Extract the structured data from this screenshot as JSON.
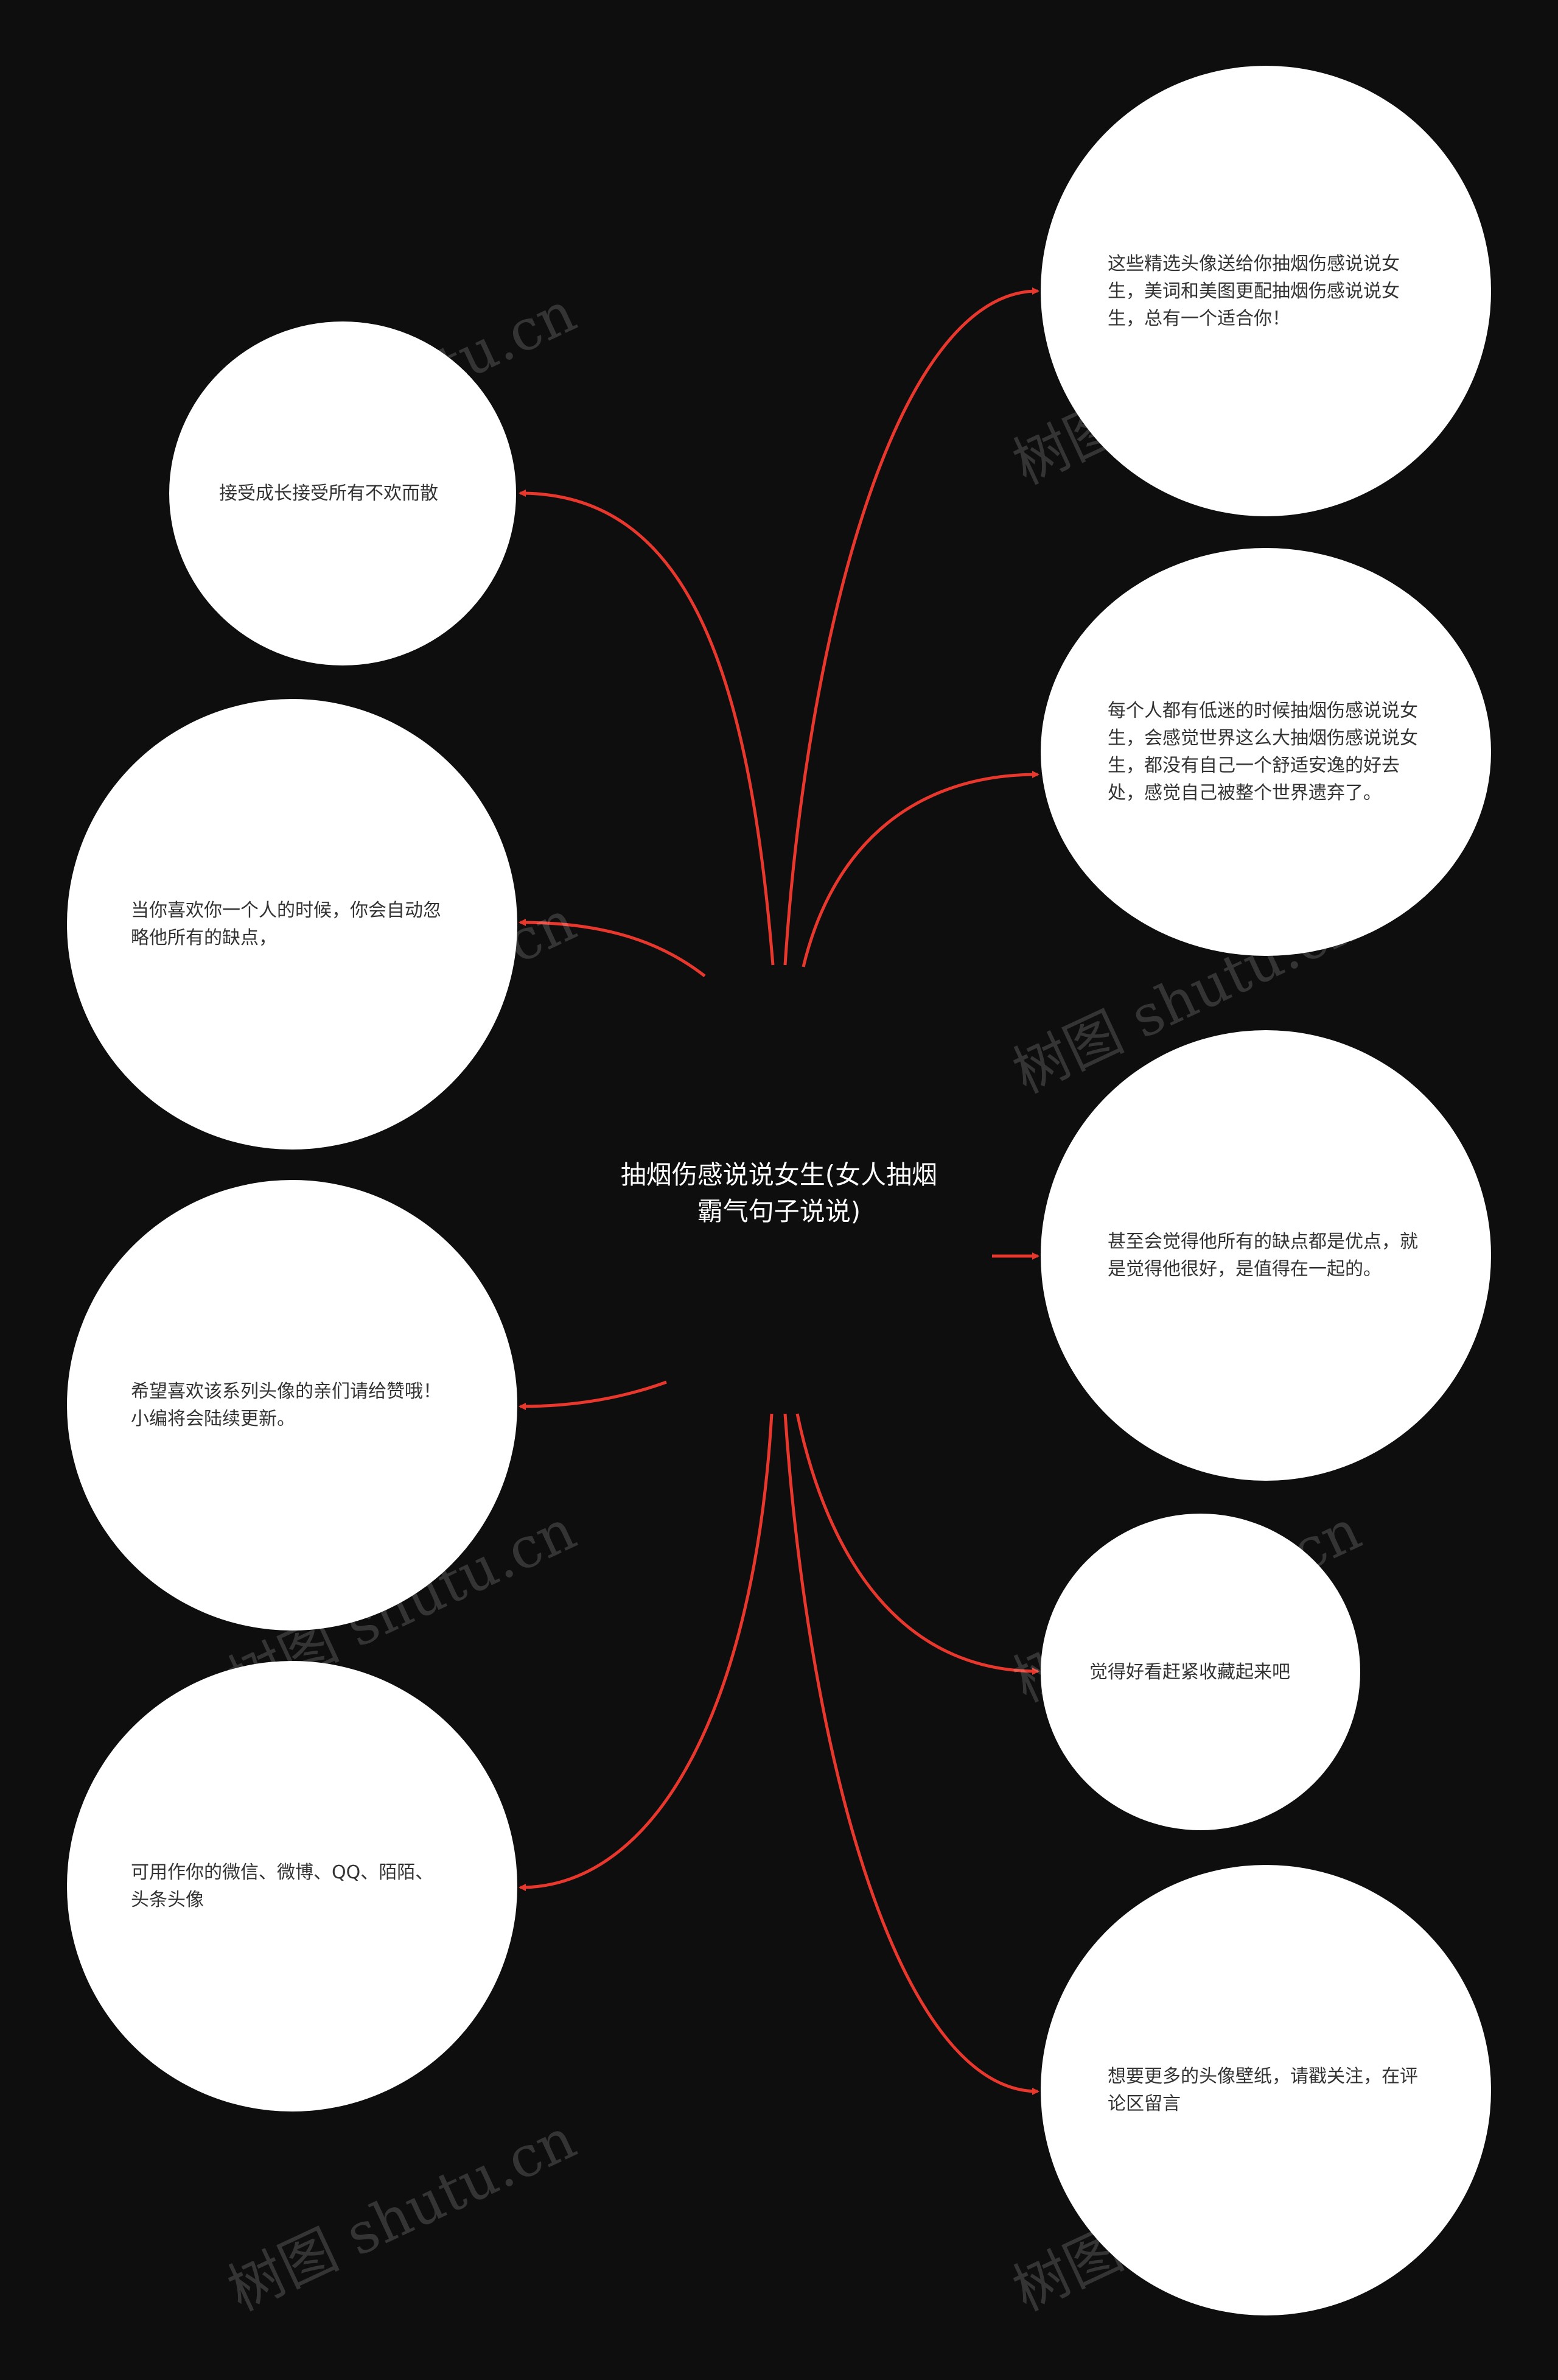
{
  "center": {
    "title": "抽烟伤感说说女生(女人抽烟霸气句子说说)"
  },
  "left_nodes": [
    {
      "text": "接受成长接受所有不欢而散"
    },
    {
      "text": "当你喜欢你一个人的时候，你会自动忽略他所有的缺点，"
    },
    {
      "text": "希望喜欢该系列头像的亲们请给赞哦！小编将会陆续更新。"
    },
    {
      "text": "可用作你的微信、微博、QQ、陌陌、头条头像"
    }
  ],
  "right_nodes": [
    {
      "text": "这些精选头像送给你抽烟伤感说说女生，美词和美图更配抽烟伤感说说女生，总有一个适合你！"
    },
    {
      "text": "每个人都有低迷的时候抽烟伤感说说女生，会感觉世界这么大抽烟伤感说说女生，都没有自己一个舒适安逸的好去处，感觉自己被整个世界遗弃了。"
    },
    {
      "text": "甚至会觉得他所有的缺点都是优点，就是觉得他很好，是值得在一起的。"
    },
    {
      "text": "觉得好看赶紧收藏起来吧"
    },
    {
      "text": "想要更多的头像壁纸，请戳关注，在评论区留言"
    }
  ],
  "watermark": "树图 shutu.cn",
  "colors": {
    "background": "#0e0e0e",
    "edge": "#e8372c",
    "node_fill": "#ffffff",
    "center_text": "#ffffff",
    "node_text": "#333333"
  }
}
